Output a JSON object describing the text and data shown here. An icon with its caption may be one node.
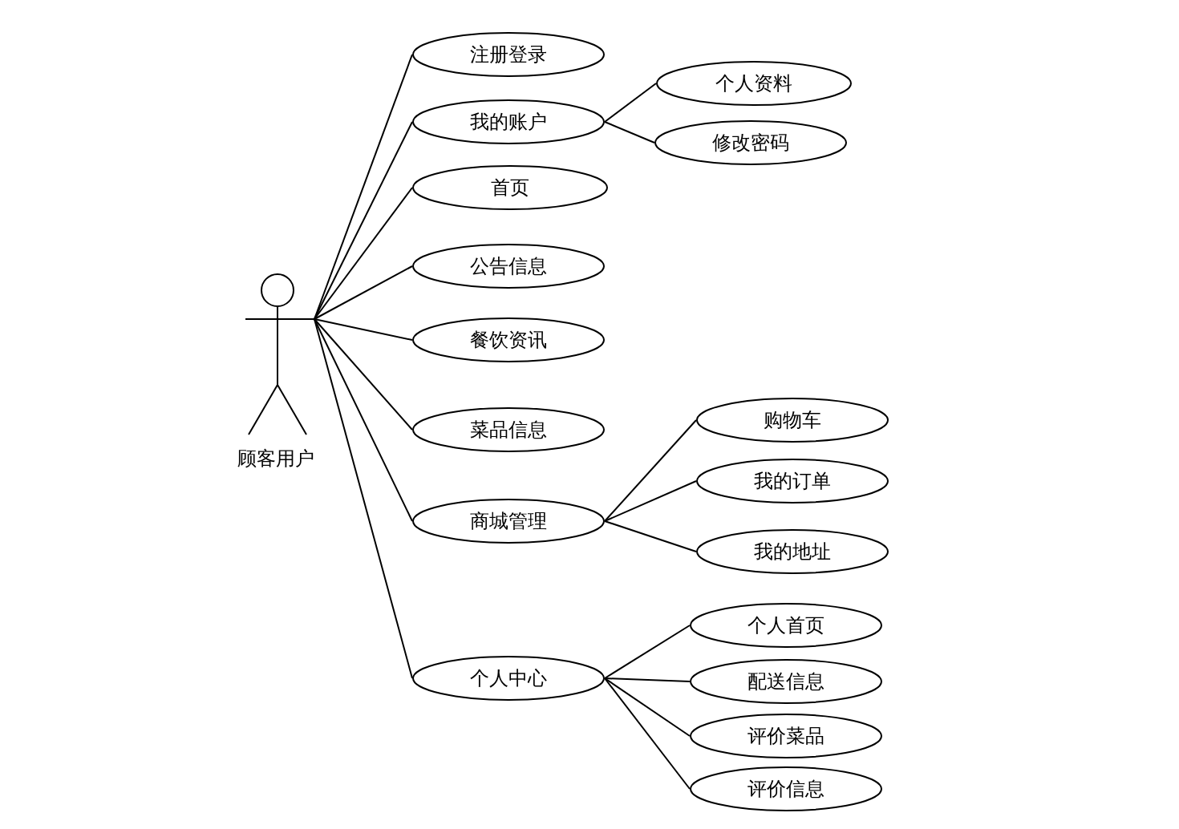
{
  "diagram": {
    "nodes": [
      {
        "text": [
          "顾客用户"
        ]
      },
      {
        "text": [
          "注册登录"
        ]
      },
      {
        "text": [
          "我的账户"
        ]
      },
      {
        "text": [
          "个人资料"
        ]
      },
      {
        "text": [
          "修改密码"
        ]
      },
      {
        "text": [
          "首页"
        ]
      },
      {
        "text": [
          "公告信息"
        ]
      },
      {
        "text": [
          "餐饮资讯"
        ]
      },
      {
        "text": [
          "菜品信息"
        ]
      },
      {
        "text": [
          "商城管理"
        ]
      },
      {
        "text": [
          "购物车"
        ]
      },
      {
        "text": [
          "我的订单"
        ]
      },
      {
        "text": [
          "我的地址"
        ]
      },
      {
        "text": [
          "个人中心"
        ]
      },
      {
        "text": [
          "个人首页"
        ]
      },
      {
        "text": [
          "配送信息"
        ]
      },
      {
        "text": [
          "评价菜品"
        ]
      },
      {
        "text": [
          "评价信息"
        ]
      }
    ],
    "edges": [
      {
        "from": 0,
        "to": 1,
        "arrow": "none"
      },
      {
        "from": 0,
        "to": 2,
        "arrow": "none"
      },
      {
        "from": 0,
        "to": 5,
        "arrow": "none"
      },
      {
        "from": 0,
        "to": 6,
        "arrow": "none"
      },
      {
        "from": 0,
        "to": 7,
        "arrow": "none"
      },
      {
        "from": 0,
        "to": 8,
        "arrow": "none"
      },
      {
        "from": 0,
        "to": 9,
        "arrow": "none"
      },
      {
        "from": 0,
        "to": 13,
        "arrow": "none"
      },
      {
        "from": 2,
        "to": 3,
        "arrow": "none"
      },
      {
        "from": 2,
        "to": 4,
        "arrow": "none"
      },
      {
        "from": 9,
        "to": 10,
        "arrow": "none"
      },
      {
        "from": 9,
        "to": 11,
        "arrow": "none"
      },
      {
        "from": 9,
        "to": 12,
        "arrow": "none"
      },
      {
        "from": 13,
        "to": 14,
        "arrow": "none"
      },
      {
        "from": 13,
        "to": 15,
        "arrow": "none"
      },
      {
        "from": 13,
        "to": 16,
        "arrow": "none"
      },
      {
        "from": 13,
        "to": 17,
        "arrow": "none"
      }
    ]
  }
}
